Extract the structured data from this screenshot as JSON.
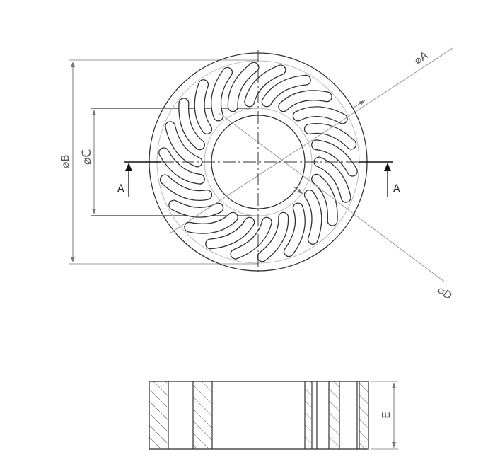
{
  "drawing": {
    "labels": {
      "dia_a": "⌀A",
      "dia_b": "⌀B",
      "dia_c": "⌀C",
      "dia_d": "⌀D",
      "section_left": "A",
      "section_right": "A",
      "height_e": "E"
    },
    "slot_count": 22,
    "line_color": "#333333",
    "dimension_color": "#777777"
  }
}
